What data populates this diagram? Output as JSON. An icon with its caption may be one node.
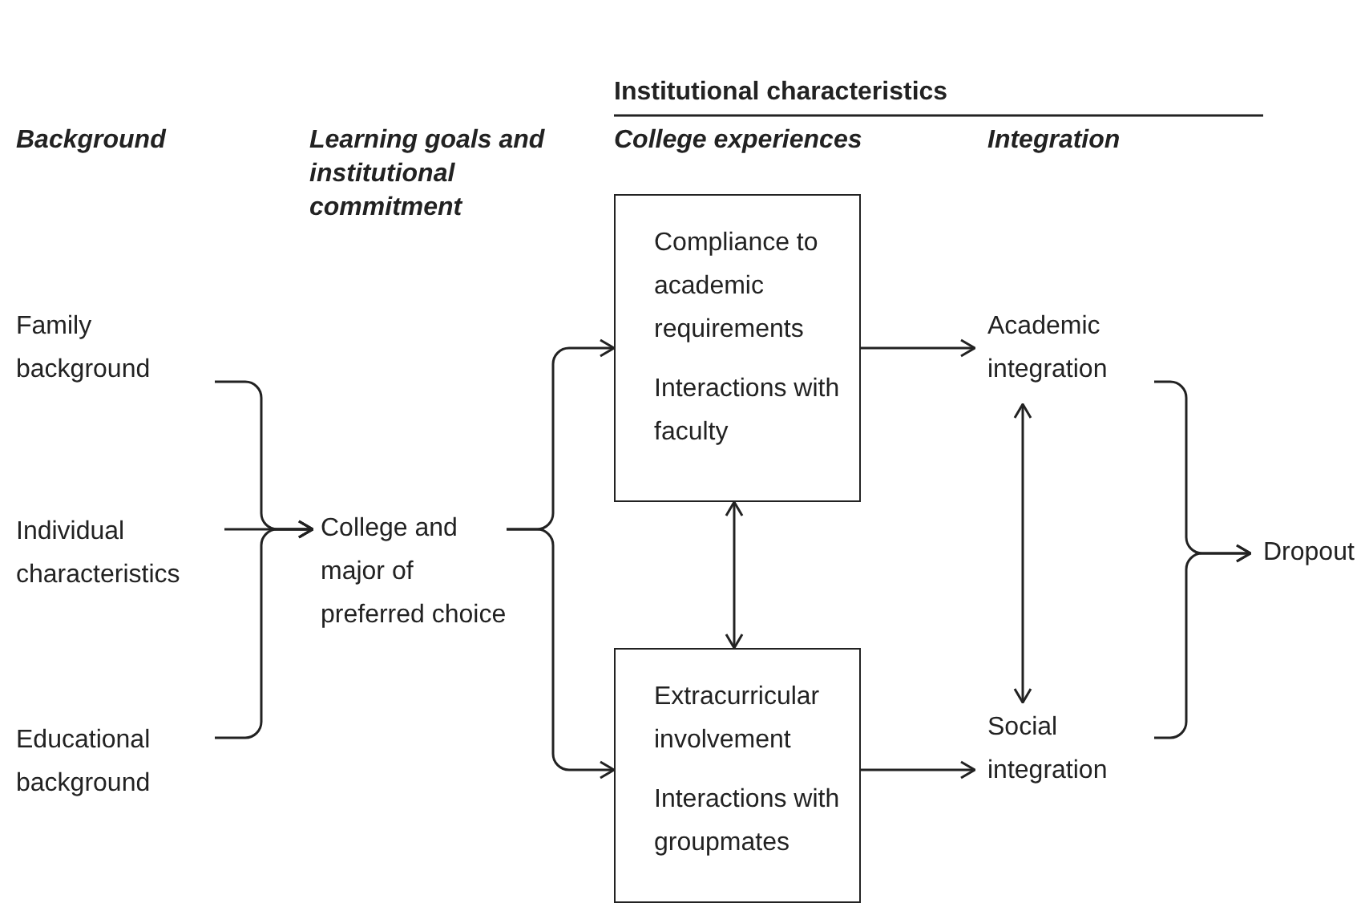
{
  "diagram": {
    "nodes": [
      {
        "text": [
          "Family background"
        ]
      },
      {
        "text": [
          "Individual characteristics"
        ]
      },
      {
        "text": [
          "Educational background"
        ]
      },
      {
        "text": [
          "College and major of preferred choice"
        ]
      },
      {
        "text": [
          "Compliance to academic requirements",
          "Interactions with faculty"
        ]
      },
      {
        "text": [
          "Extracurricular involvement",
          "Interactions with groupmates"
        ]
      },
      {
        "text": [
          "Academic integration"
        ]
      },
      {
        "text": [
          "Social integration"
        ]
      },
      {
        "text": [
          "Dropout"
        ]
      }
    ],
    "edges": [
      {
        "from": 0,
        "to": 3,
        "arrow": "to"
      },
      {
        "from": 1,
        "to": 3,
        "arrow": "to"
      },
      {
        "from": 2,
        "to": 3,
        "arrow": "to"
      },
      {
        "from": 3,
        "to": 4,
        "arrow": "to"
      },
      {
        "from": 3,
        "to": 5,
        "arrow": "to"
      },
      {
        "from": 4,
        "to": 5,
        "arrow": "both"
      },
      {
        "from": 4,
        "to": 6,
        "arrow": "to"
      },
      {
        "from": 5,
        "to": 7,
        "arrow": "to"
      },
      {
        "from": 6,
        "to": 7,
        "arrow": "both"
      },
      {
        "from": 6,
        "to": 8,
        "arrow": "to"
      },
      {
        "from": 7,
        "to": 8,
        "arrow": "to"
      }
    ],
    "labels": [
      "Institutional characteristics",
      "Background",
      "Learning goals and institutional commitment",
      "College experiences",
      "Integration"
    ]
  }
}
